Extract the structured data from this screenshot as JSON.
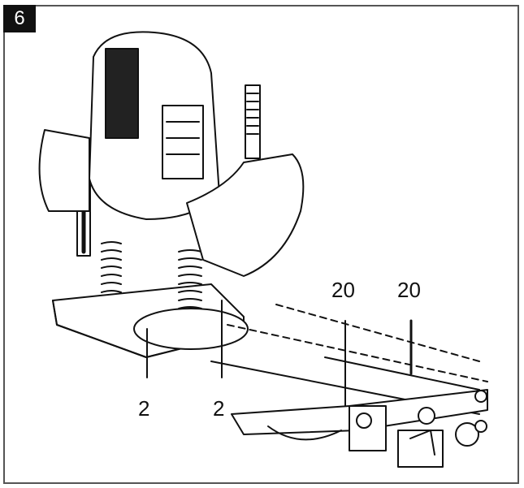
{
  "figure": {
    "number": "6"
  },
  "callouts": {
    "left_2": "2",
    "right_2": "2",
    "left_20": "20",
    "right_20": "20"
  },
  "colors": {
    "ink": "#111111",
    "frame": "#555555",
    "badge_bg": "#111111"
  },
  "icons": {
    "figure": "router-with-parallel-guide-icon"
  }
}
